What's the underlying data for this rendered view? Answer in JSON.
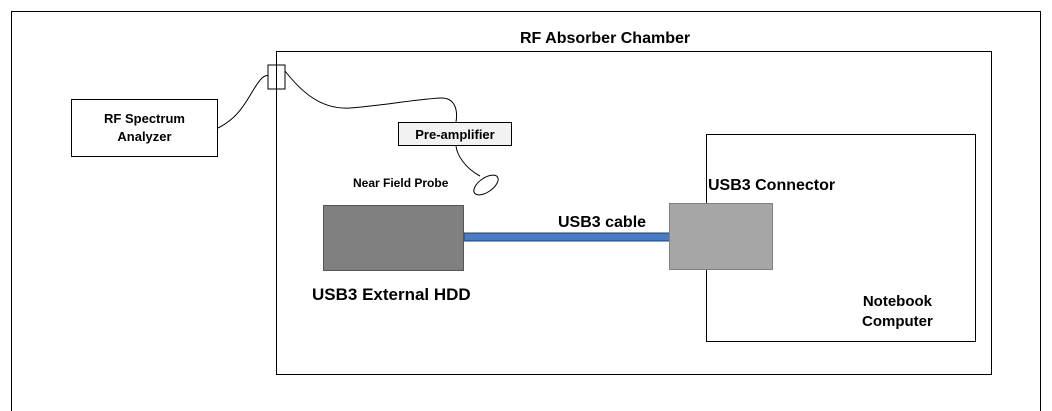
{
  "chamber": {
    "label": "RF Absorber Chamber"
  },
  "analyzer": {
    "line1": "RF Spectrum",
    "line2": "Analyzer"
  },
  "preamp": {
    "label": "Pre-amplifier"
  },
  "probe": {
    "label": "Near Field Probe"
  },
  "hdd": {
    "label": "USB3 External HDD"
  },
  "cable": {
    "label": "USB3 cable"
  },
  "connector": {
    "label": "USB3 Connector"
  },
  "notebook": {
    "line1": "Notebook",
    "line2": "Computer"
  },
  "colors": {
    "cable": "#4a7cc4",
    "cable_edge": "#1f3f70",
    "hdd": "#808080",
    "connector": "#a6a6a6",
    "preamp_fill": "#f2f2f2"
  }
}
